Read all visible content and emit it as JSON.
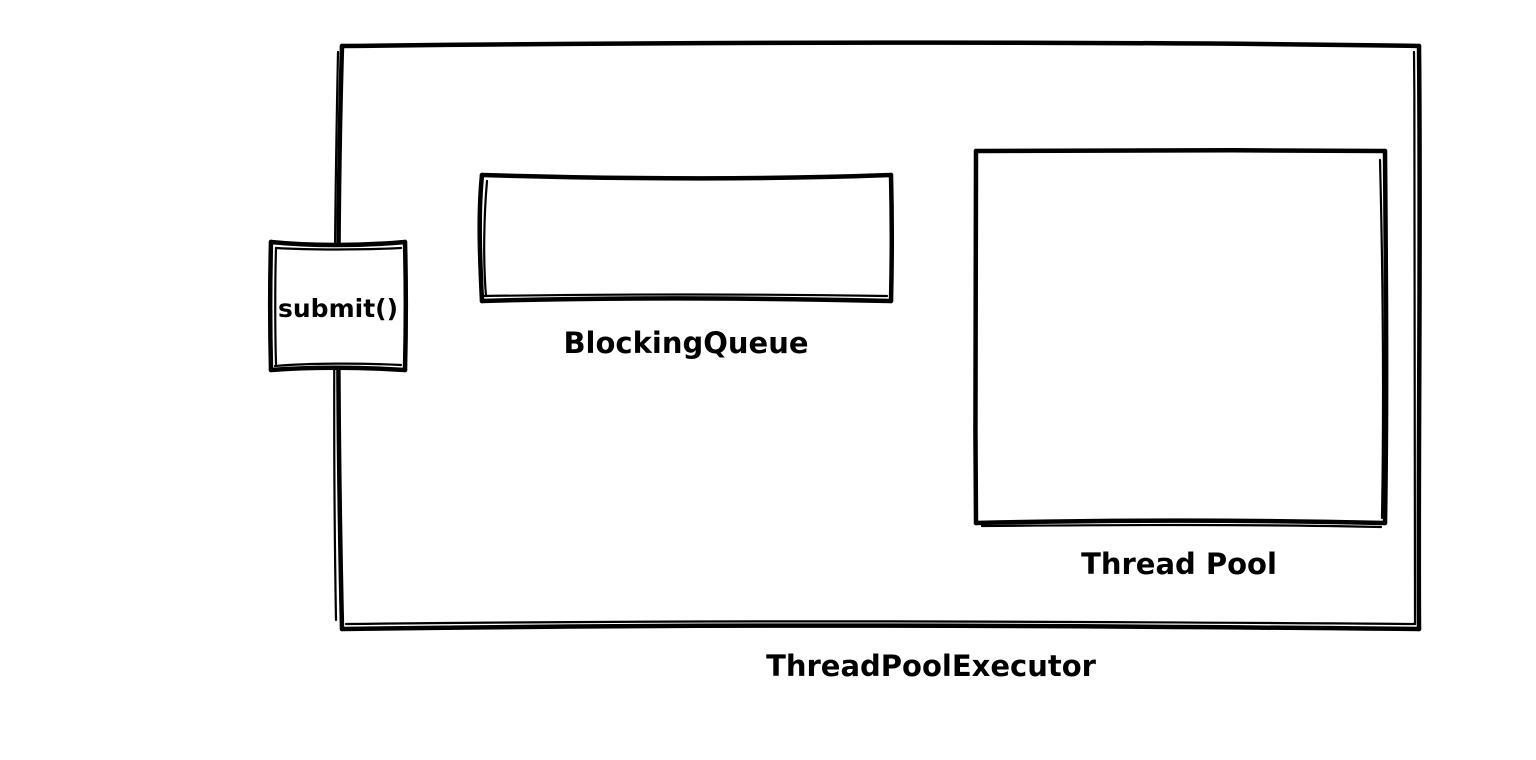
{
  "diagram": {
    "executor": {
      "label": "ThreadPoolExecutor"
    },
    "queue": {
      "label": "BlockingQueue"
    },
    "pool": {
      "label": "Thread Pool"
    },
    "submit": {
      "label": "submit()"
    }
  },
  "colors": {
    "stroke": "#000000",
    "background": "#ffffff"
  }
}
